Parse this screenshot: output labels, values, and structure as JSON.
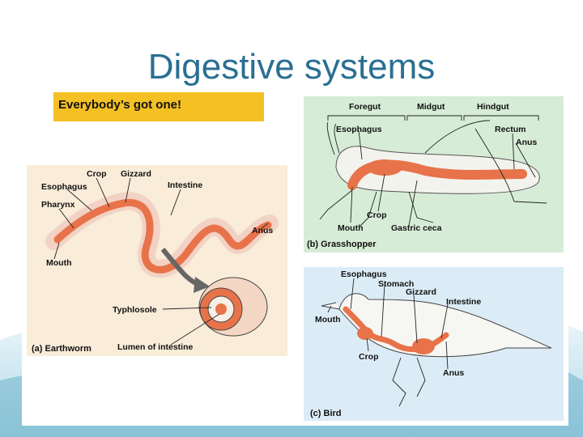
{
  "slide": {
    "title": "Digestive systems",
    "callout": "Everybody’s got one!"
  },
  "earthworm": {
    "labels": {
      "crop": "Crop",
      "gizzard": "Gizzard",
      "esophagus": "Esophagus",
      "intestine": "Intestine",
      "pharynx": "Pharynx",
      "anus": "Anus",
      "mouth": "Mouth",
      "typhlosole": "Typhlosole",
      "lumen": "Lumen of intestine"
    },
    "caption": "(a) Earthworm"
  },
  "grasshopper": {
    "labels": {
      "foregut": "Foregut",
      "midgut": "Midgut",
      "hindgut": "Hindgut",
      "esophagus": "Esophagus",
      "rectum": "Rectum",
      "anus": "Anus",
      "crop": "Crop",
      "mouth": "Mouth",
      "gastric_ceca": "Gastric ceca"
    },
    "caption": "(b) Grasshopper"
  },
  "bird": {
    "labels": {
      "esophagus": "Esophagus",
      "stomach": "Stomach",
      "gizzard": "Gizzard",
      "intestine": "Intestine",
      "mouth": "Mouth",
      "crop": "Crop",
      "anus": "Anus"
    },
    "caption": "(c) Bird"
  },
  "colors": {
    "title": "#2a6f92",
    "callout": "#f5c024",
    "gut": "#e8734a",
    "earthworm_bg": "#f9ecd9",
    "grasshopper_bg": "#d7ecd6",
    "bird_bg": "#dcecf6"
  }
}
